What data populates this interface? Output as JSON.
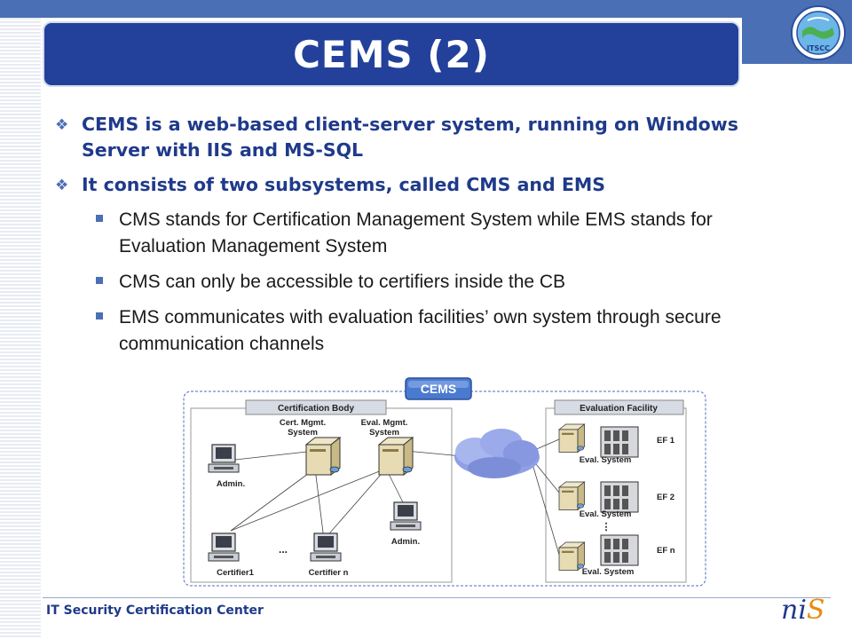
{
  "slide": {
    "title": "CEMS (2)",
    "bullets": [
      "CEMS is a web-based client-server system, running on Windows Server with IIS and MS-SQL",
      "It consists of two subsystems, called CMS and EMS"
    ],
    "sub_bullets": [
      "CMS stands for Certification Management System while EMS stands for Evaluation Management System",
      "CMS can only be accessible to certifiers inside the CB",
      "EMS communicates with evaluation facilities’ own system through secure communication channels"
    ],
    "colors": {
      "title_bg": "#23419a",
      "accent": "#4a6fb5",
      "heading_text": "#1f3a8a",
      "nis_s": "#e98a10"
    }
  },
  "logo": {
    "icon": "itscc-globe-logo",
    "lines": [
      "ITSCC"
    ]
  },
  "diagram": {
    "badge": "CEMS",
    "cb_label": "Certification Body",
    "ef_label": "Evaluation Facility",
    "cms_server": [
      "Cert. Mgmt.",
      "System"
    ],
    "ems_server": [
      "Eval. Mgmt.",
      "System"
    ],
    "admin_left": "Admin.",
    "admin_right": "Admin.",
    "certifier1": "Certifier1",
    "certifier_n": "Certifier n",
    "dots": "...",
    "vdots": "⋮",
    "eval_system": "Eval. System",
    "ef1": "EF 1",
    "ef2": "EF 2",
    "efn": "EF n"
  },
  "footer": {
    "text": "IT Security Certification Center",
    "brand_n": "ni",
    "brand_s": "S"
  }
}
